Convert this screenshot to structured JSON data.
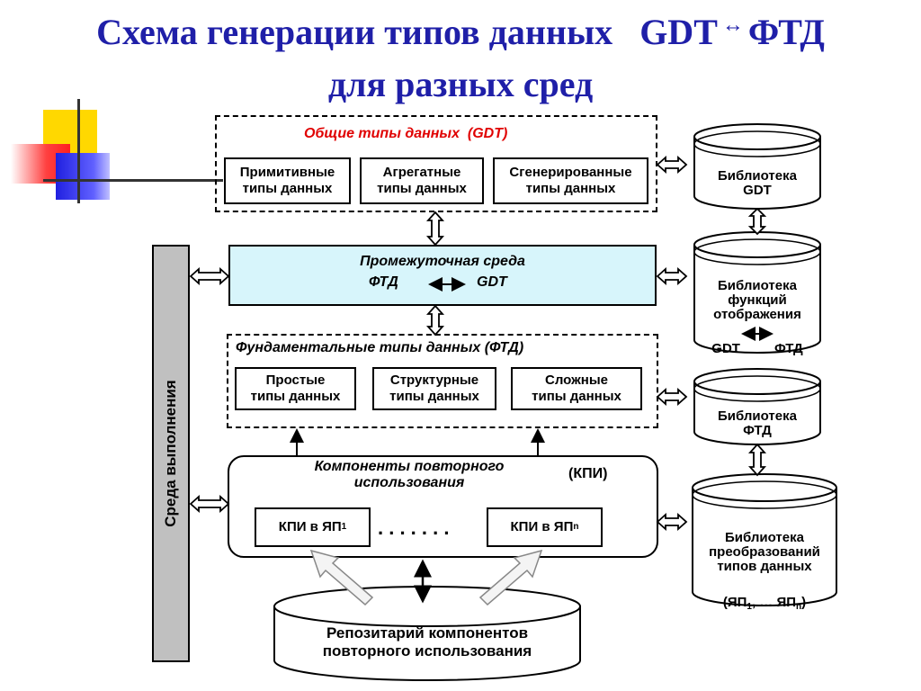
{
  "title": {
    "line1": "Схема генерации типов данных",
    "gdt": "GDT",
    "ftd": "ФТД",
    "line2": "для разных сред"
  },
  "gdt_group": {
    "label_main": "Общие типы данных",
    "label_paren": "(GDT)",
    "boxes": [
      "Примитивные\nтипы данных",
      "Агрегатные\nтипы данных",
      "Сгенерированные\nтипы данных"
    ]
  },
  "intermediate": {
    "title": "Промежуточная  среда",
    "left": "ФТД",
    "right": "GDT"
  },
  "ftd_group": {
    "label": "Фундаментальные типы данных",
    "label_paren": "(ФТД)",
    "boxes": [
      "Простые\nтипы данных",
      "Структурные\nтипы данных",
      "Сложные\nтипы данных"
    ]
  },
  "kpi_group": {
    "label": "Компоненты повторного\nиспользования",
    "abbr": "(КПИ)",
    "box1": "КПИ в ЯП",
    "box1_sub": "1",
    "dots": ". . . . . . .",
    "box2": "КПИ в ЯП",
    "box2_sub": "n"
  },
  "runtime": {
    "label": "Среда выполнения"
  },
  "repository": {
    "label": "Репозитарий компонентов\nповторного использования"
  },
  "libraries": [
    {
      "text": "Библиотека\nGDT"
    },
    {
      "text": "Библиотека\nфункций\nотображения",
      "extra_left": "GDT",
      "extra_right": "ФТД"
    },
    {
      "text": "Библиотека\nФТД"
    },
    {
      "text": "Библиотека\nпреобразований\nтипов данных",
      "extra": "(ЯП",
      "extra_sub1": "1",
      "extra_mid": ", … ЯП",
      "extra_sub2": "n",
      "extra_end": ")"
    }
  ],
  "colors": {
    "title": "#1f1fa8",
    "accent_red": "#e00000",
    "intermediate_fill": "#d7f5fb",
    "runtime_fill": "#c0c0c0"
  }
}
